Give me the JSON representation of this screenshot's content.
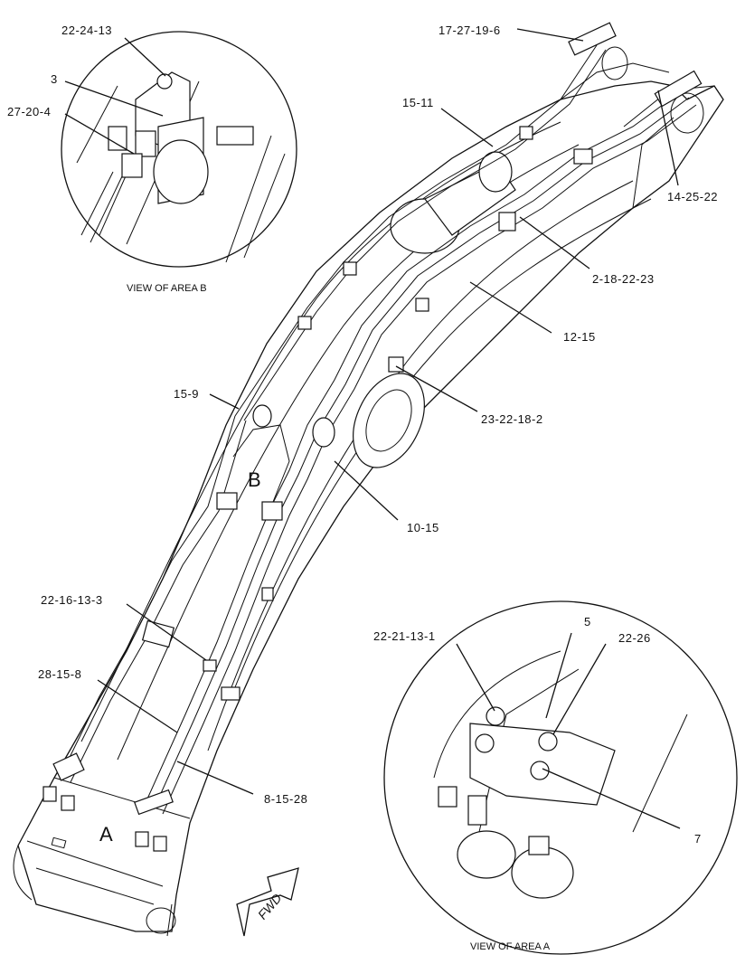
{
  "callouts": {
    "c_22_24_13": "22-24-13",
    "c_3": "3",
    "c_27_20_4": "27-20-4",
    "c_17_27_19_6": "17-27-19-6",
    "c_15_11": "15-11",
    "c_14_25_22": "14-25-22",
    "c_2_18_22_23": "2-18-22-23",
    "c_12_15": "12-15",
    "c_15_9": "15-9",
    "c_23_22_18_2": "23-22-18-2",
    "c_10_15": "10-15",
    "c_22_16_13_3": "22-16-13-3",
    "c_28_15_8": "28-15-8",
    "c_8_15_28": "8-15-28",
    "c_22_21_13_1": "22-21-13-1",
    "c_5": "5",
    "c_22_26": "22-26",
    "c_7": "7"
  },
  "areas": {
    "a": "A",
    "b": "B"
  },
  "views": {
    "b": "VIEW OF AREA B",
    "a": "VIEW OF AREA A"
  },
  "fwd_label": "FWD"
}
